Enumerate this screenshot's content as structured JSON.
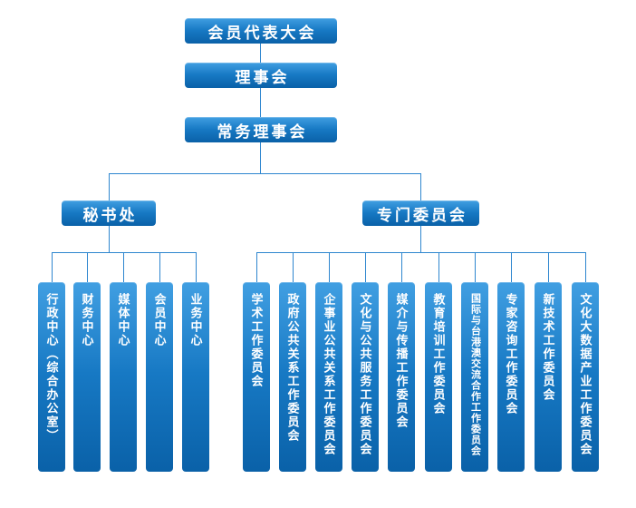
{
  "org_chart": {
    "top_chain": [
      "会员代表大会",
      "理事会",
      "常务理事会"
    ],
    "branches": [
      {
        "label": "秘书处",
        "children": [
          "行政中心（综合办公室）",
          "财务中心",
          "媒体中心",
          "会员中心",
          "业务中心"
        ]
      },
      {
        "label": "专门委员会",
        "children": [
          "学术工作委员会",
          "政府公共关系工作委员会",
          "企事业公共关系工作委员会",
          "文化与公共服务工作委员会",
          "媒介与传播工作委员会",
          "教育培训工作委员会",
          "国际与台港澳交流合作工作委员会",
          "专家咨询工作委员会",
          "新技术工作委员会",
          "文化大数据产业工作委员会"
        ]
      }
    ],
    "colors": {
      "box_gradient_top": "#419fe2",
      "box_gradient_bottom": "#0a61a8",
      "connector": "#2e86cf",
      "text": "#ffffff",
      "background": "#ffffff"
    }
  }
}
